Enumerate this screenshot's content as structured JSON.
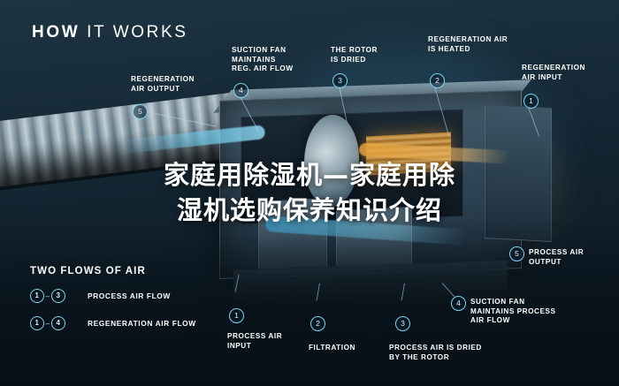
{
  "headline": {
    "bold": "HOW",
    "light": "IT WORKS"
  },
  "overlay_title": {
    "line1": "家庭用除湿机—家庭用除",
    "line2": "湿机选购保养知识介绍"
  },
  "callouts": [
    {
      "id": "5",
      "label": "REGENERATION\nAIR OUTPUT",
      "num": "5"
    },
    {
      "id": "4",
      "label": "SUCTION FAN\nMAINTAINS\nREG. AIR FLOW",
      "num": "4"
    },
    {
      "id": "3",
      "label": "THE ROTOR\nIS DRIED",
      "num": "3"
    },
    {
      "id": "2",
      "label": "REGENERATION AIR\nIS HEATED",
      "num": "2"
    },
    {
      "id": "1",
      "label": "REGENERATION\nAIR INPUT",
      "num": "1"
    },
    {
      "id": "5b",
      "label": "PROCESS AIR\nOUTPUT",
      "num": "5"
    },
    {
      "id": "4b",
      "label": "SUCTION FAN\nMAINTAINS PROCESS\nAIR FLOW",
      "num": "4"
    },
    {
      "id": "3b",
      "label": "PROCESS AIR IS DRIED\nBY THE ROTOR",
      "num": "3"
    },
    {
      "id": "2b",
      "label": "FILTRATION",
      "num": "2"
    },
    {
      "id": "1b",
      "label": "PROCESS AIR\nINPUT",
      "num": "1"
    }
  ],
  "legend": {
    "title": "TWO FLOWS OF AIR",
    "rows": [
      {
        "from": "1",
        "dash": "–",
        "to": "3",
        "text": "PROCESS AIR FLOW"
      },
      {
        "from": "1",
        "dash": "–",
        "to": "4",
        "text": "REGENERATION AIR FLOW"
      }
    ]
  },
  "colors": {
    "accent_blue": "#7fd4f2",
    "process_air": "#3fa9d8",
    "regeneration_air": "#e8a33d",
    "background_dark": "#10202c",
    "text_white": "#ffffff"
  }
}
